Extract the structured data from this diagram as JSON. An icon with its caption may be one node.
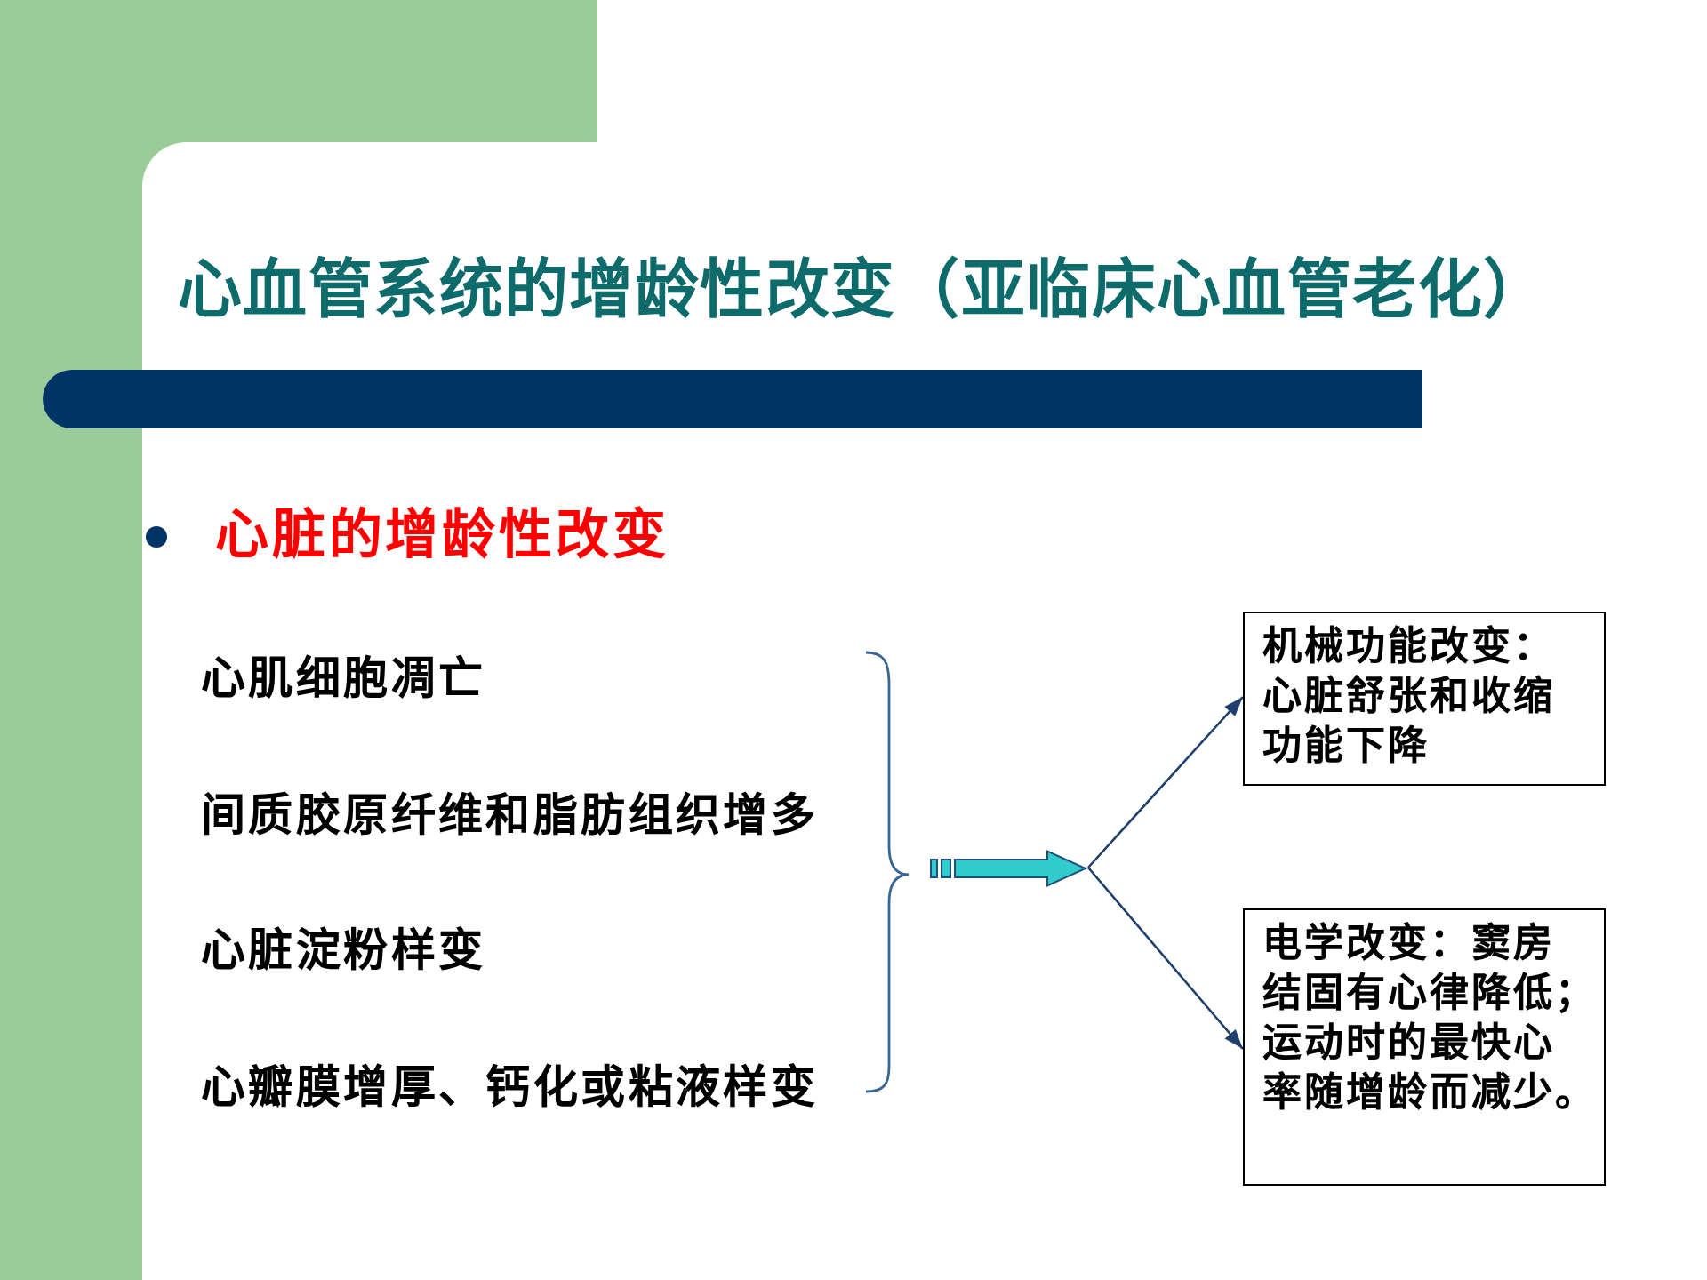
{
  "diagram": {
    "title": "心血管系统的增龄性改变（亚临床心血管老化）",
    "nodes": [
      {
        "text": [],
        "shape": "arrow"
      },
      {
        "text": [
          "机械功能改变：心脏舒张和收缩功能下降"
        ]
      },
      {
        "text": [
          "电学改变：窦房结固有心律降低；运动时的最快心率随增龄而减少。"
        ]
      }
    ],
    "edges": [
      {
        "from": 0,
        "to": 1,
        "arrow": "to"
      },
      {
        "from": 0,
        "to": 2,
        "arrow": "to"
      }
    ],
    "labels": [
      "心脏的增龄性改变",
      "心肌细胞凋亡",
      "间质胶原纤维和脂肪组织增多",
      "心脏淀粉样变",
      "心瓣膜增厚、钙化或粘液样变"
    ]
  }
}
